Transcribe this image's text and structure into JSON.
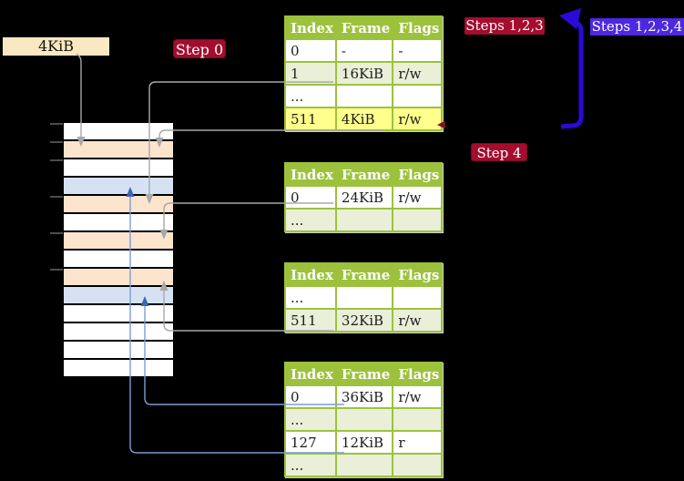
{
  "colors": {
    "table-green": "#9cc23d",
    "table-row-alt": "#eaefd8",
    "highlight-yellow": "#ffff8c",
    "frame-label-bg": "#fae8c2",
    "frame-peach": "#fce4cd",
    "frame-blue": "#d6e2f4",
    "step-red": "#a30d2e",
    "steps-purple": "#4d28e0",
    "arrow-blue": "#2a0ad8",
    "connector-gray": "#a8a8a8",
    "connector-blue": "#7d9cd6",
    "connector-blue-head": "#3d65b3"
  },
  "labels": {
    "frame_size": "4KiB",
    "step0": "Step 0",
    "steps123": "Steps 1,2,3",
    "steps1234": "Steps 1,2,3,4",
    "step4": "Step 4"
  },
  "tables": [
    {
      "headers": [
        "Index",
        "Frame",
        "Flags"
      ],
      "rows": [
        {
          "cells": [
            "0",
            "-",
            "-"
          ]
        },
        {
          "cells": [
            "1",
            "16KiB",
            "r/w"
          ]
        },
        {
          "cells": [
            "...",
            "",
            ""
          ]
        },
        {
          "cells": [
            "511",
            "4KiB",
            "r/w"
          ]
        }
      ]
    },
    {
      "headers": [
        "Index",
        "Frame",
        "Flags"
      ],
      "rows": [
        {
          "cells": [
            "0",
            "24KiB",
            "r/w"
          ]
        },
        {
          "cells": [
            "...",
            "",
            ""
          ]
        }
      ]
    },
    {
      "headers": [
        "Index",
        "Frame",
        "Flags"
      ],
      "rows": [
        {
          "cells": [
            "...",
            "",
            ""
          ]
        },
        {
          "cells": [
            "511",
            "32KiB",
            "r/w"
          ]
        }
      ]
    },
    {
      "headers": [
        "Index",
        "Frame",
        "Flags"
      ],
      "rows": [
        {
          "cells": [
            "0",
            "36KiB",
            "r/w"
          ]
        },
        {
          "cells": [
            "...",
            "",
            ""
          ]
        },
        {
          "cells": [
            "127",
            "12KiB",
            "r"
          ]
        },
        {
          "cells": [
            "...",
            "",
            ""
          ]
        }
      ]
    }
  ],
  "memory_column": {
    "rows": [
      "white",
      "peach",
      "white",
      "blue",
      "peach",
      "white",
      "peach",
      "white",
      "peach",
      "blue",
      "white",
      "white",
      "white",
      "white"
    ]
  }
}
